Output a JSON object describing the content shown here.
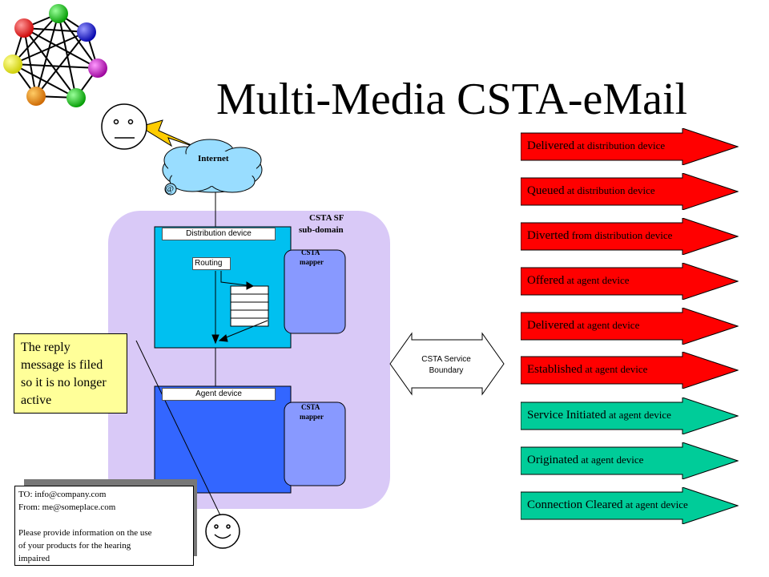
{
  "title": "Multi-Media CSTA-eMail",
  "internet_label": "Internet",
  "at_symbol": "@",
  "domain_label_line1": "CSTA SF",
  "domain_label_line2": "sub-domain",
  "distribution_device_label": "Distribution device",
  "routing_label": "Routing",
  "agent_device_label": "Agent device",
  "csta_mapper_label_1a": "CSTA",
  "csta_mapper_label_1b": "mapper",
  "csta_mapper_label_2a": "CSTA",
  "csta_mapper_label_2b": "mapper",
  "boundary_line1": "CSTA Service",
  "boundary_line2": "Boundary",
  "reply_note": {
    "line1": "The reply",
    "line2": "message is filed",
    "line3": "so it is no longer",
    "line4": "active"
  },
  "email": {
    "to": "TO: info@company.com",
    "from": "From: me@someplace.com",
    "body1": "Please provide information on the use",
    "body2": "of your products for the hearing",
    "body3": "impaired"
  },
  "events": [
    {
      "name": "Delivered",
      "detail": " at distribution device",
      "color": "#ff0000"
    },
    {
      "name": "Queued",
      "detail": " at distribution device",
      "color": "#ff0000"
    },
    {
      "name": "Diverted",
      "detail": " from distribution device",
      "color": "#ff0000"
    },
    {
      "name": "Offered",
      "detail": " at agent device",
      "color": "#ff0000"
    },
    {
      "name": "Delivered",
      "detail": " at agent device",
      "color": "#ff0000"
    },
    {
      "name": "Established",
      "detail": " at agent device",
      "color": "#ff0000"
    },
    {
      "name": "Service Initiated",
      "detail": " at agent device",
      "color": "#00cc99"
    },
    {
      "name": "Originated",
      "detail": " at agent device",
      "color": "#00cc99"
    },
    {
      "name": "Connection Cleared",
      "detail": " at agent device",
      "color": "#00cc99"
    }
  ],
  "colors": {
    "domain_bg": "#d9c9f7",
    "distribution_device": "#00c0f0",
    "agent_device": "#3366ff",
    "csta_mapper": "#8899ff",
    "note_bg": "#ffff99",
    "event_red": "#ff0000",
    "event_green": "#00cc99"
  }
}
